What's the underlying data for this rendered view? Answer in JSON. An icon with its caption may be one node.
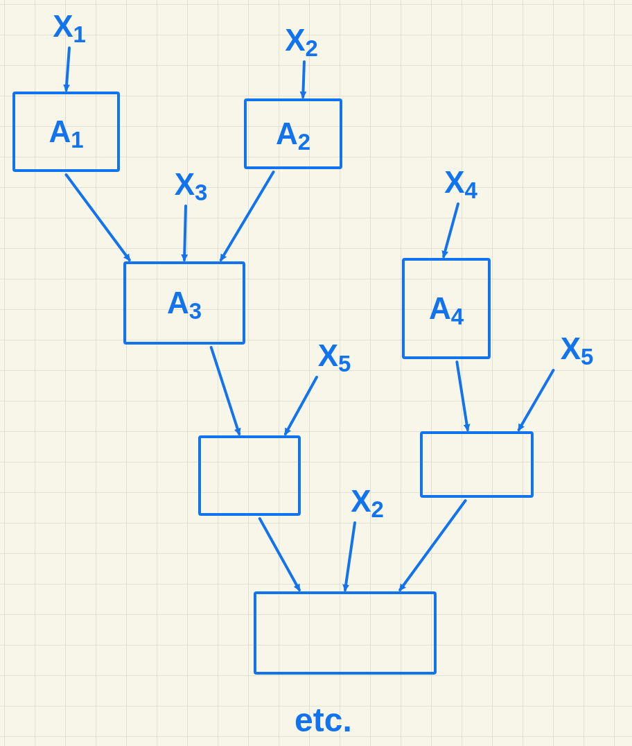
{
  "diagram": {
    "nodes": [
      {
        "text": [
          "X$_{1}$"
        ]
      },
      {
        "text": [
          "A$_{1}$"
        ]
      },
      {
        "text": [
          "X$_{2}$"
        ]
      },
      {
        "text": [
          "A$_{2}$"
        ]
      },
      {
        "text": [
          "X$_{3}$"
        ]
      },
      {
        "text": [
          "A$_{3}$"
        ]
      },
      {
        "text": [
          "X$_{4}$"
        ]
      },
      {
        "text": [
          "A$_{4}$"
        ]
      },
      {
        "text": [
          "X$_{5}$"
        ]
      },
      {
        "text": [],
        "shape": "box"
      },
      {
        "text": [
          "X$_{5}$"
        ]
      },
      {
        "text": [],
        "shape": "box"
      },
      {
        "text": [
          "X$_{2}$"
        ]
      },
      {
        "text": [],
        "shape": "box"
      }
    ],
    "edges": [
      {
        "from": 0,
        "to": 1,
        "arrow": "to"
      },
      {
        "from": 2,
        "to": 3,
        "arrow": "to"
      },
      {
        "from": 1,
        "to": 5,
        "arrow": "to"
      },
      {
        "from": 4,
        "to": 5,
        "arrow": "to"
      },
      {
        "from": 3,
        "to": 5,
        "arrow": "to"
      },
      {
        "from": 6,
        "to": 7,
        "arrow": "to"
      },
      {
        "from": 5,
        "to": 9,
        "arrow": "to"
      },
      {
        "from": 8,
        "to": 9,
        "arrow": "to"
      },
      {
        "from": 7,
        "to": 11,
        "arrow": "to"
      },
      {
        "from": 10,
        "to": 11,
        "arrow": "to"
      },
      {
        "from": 9,
        "to": 13,
        "arrow": "to"
      },
      {
        "from": 12,
        "to": 13,
        "arrow": "to"
      },
      {
        "from": 11,
        "to": 13,
        "arrow": "to"
      }
    ],
    "labels": [
      "etc."
    ]
  }
}
